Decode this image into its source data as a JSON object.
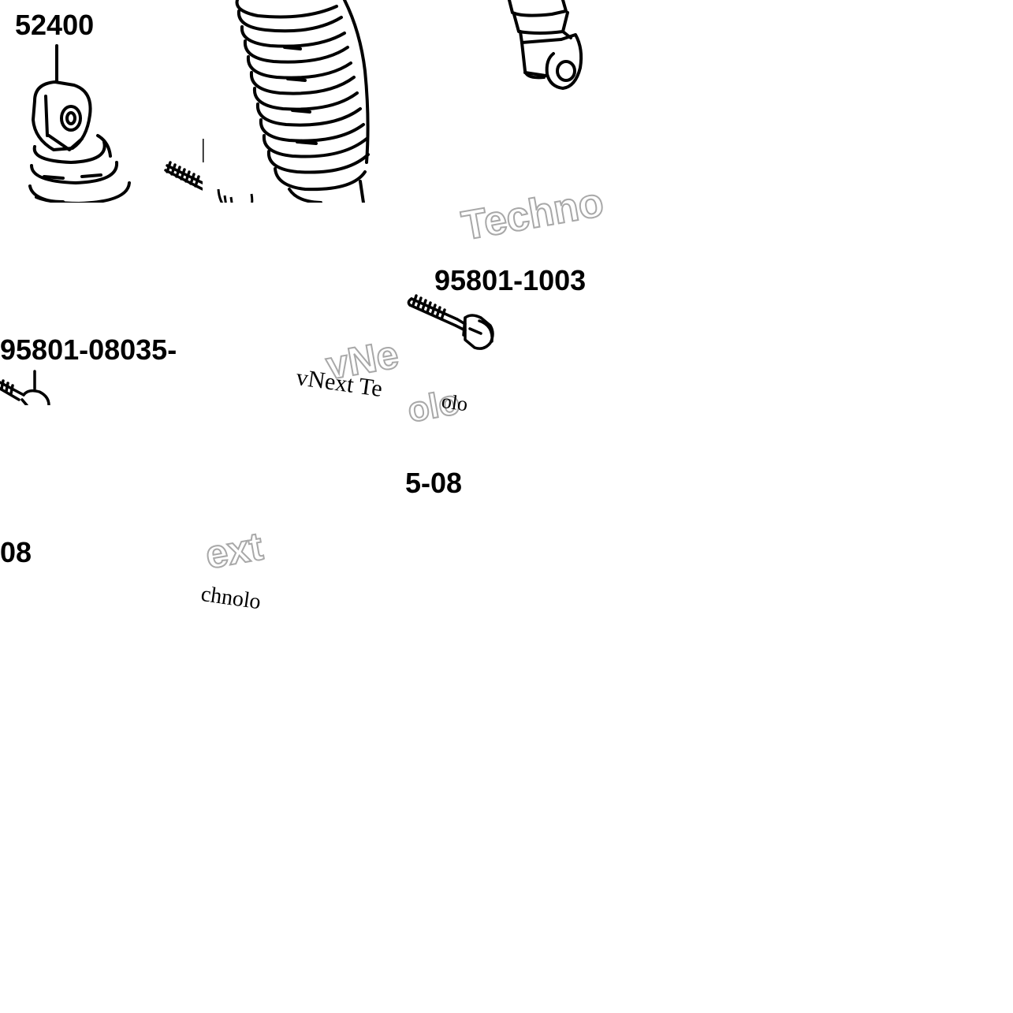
{
  "labels": {
    "shock_assembly": "52400",
    "bolt_left": "95801-08035-",
    "bolt_right": "95801-1003",
    "suffix_center": "5-08",
    "suffix_left": "08"
  },
  "watermarks": {
    "w1": "Techno",
    "w2": "vNe",
    "w3": "vNext Te",
    "w4": "olo",
    "w5": "ext",
    "w6": "chnolo",
    "w7": "olo"
  },
  "colors": {
    "ink": "#000000",
    "paper": "#ffffff",
    "watermark_outline": "#a8a8a8"
  }
}
